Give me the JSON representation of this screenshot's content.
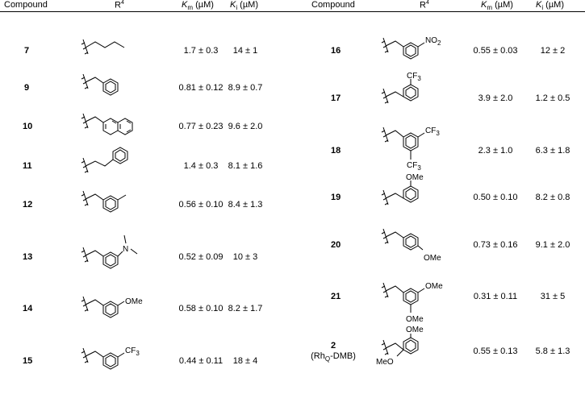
{
  "headers": {
    "compound": "Compound",
    "r4_main": "R",
    "r4_sup": "4",
    "km_k": "K",
    "km_sub": "m",
    "km_unit": " (µM)",
    "ki_k": "K",
    "ki_sub": "i",
    "ki_unit": " (µM)"
  },
  "left_rows": [
    {
      "compound": "7",
      "km": "1.7 ± 0.3",
      "ki": "14 ± 1",
      "substituent": "n-butyl"
    },
    {
      "compound": "9",
      "km": "0.81 ± 0.12",
      "ki": "8.9 ± 0.7",
      "substituent": "benzyl"
    },
    {
      "compound": "10",
      "km": "0.77 ± 0.23",
      "ki": "9.6 ± 2.0",
      "substituent": "2-naphthylmethyl"
    },
    {
      "compound": "11",
      "km": "1.4 ± 0.3",
      "ki": "8.1 ± 1.6",
      "substituent": "phenethyl"
    },
    {
      "compound": "12",
      "km": "0.56 ± 0.10",
      "ki": "8.4 ± 1.3",
      "substituent": "3-methylbenzyl"
    },
    {
      "compound": "13",
      "km": "0.52 ± 0.09",
      "ki": "10 ± 3",
      "substituent": "3-dimethylaminobenzyl"
    },
    {
      "compound": "14",
      "km": "0.58 ± 0.10",
      "ki": "8.2 ± 1.7",
      "substituent": "3-methoxybenzyl"
    },
    {
      "compound": "15",
      "km": "0.44 ± 0.11",
      "ki": "18 ± 4",
      "substituent": "3-trifluoromethylbenzyl"
    }
  ],
  "right_rows": [
    {
      "compound": "16",
      "km": "0.55 ± 0.03",
      "ki": "12 ± 2",
      "substituent": "3-nitrobenzyl"
    },
    {
      "compound": "17",
      "km": "3.9 ± 2.0",
      "ki": "1.2 ± 0.5",
      "substituent": "2-trifluoromethylbenzyl"
    },
    {
      "compound": "18",
      "km": "2.3 ± 1.0",
      "ki": "6.3 ± 1.8",
      "substituent": "3,5-bis(trifluoromethyl)benzyl"
    },
    {
      "compound": "19",
      "km": "0.50 ± 0.10",
      "ki": "8.2 ± 0.8",
      "substituent": "2-methoxybenzyl"
    },
    {
      "compound": "20",
      "km": "0.73 ± 0.16",
      "ki": "9.1 ± 2.0",
      "substituent": "4-methoxybenzyl"
    },
    {
      "compound": "21",
      "km": "0.31 ± 0.11",
      "ki": "31 ± 5",
      "substituent": "3,5-dimethoxybenzyl"
    },
    {
      "compound": "2",
      "compound_note": "(RhQ-DMB)",
      "km": "0.55 ± 0.13",
      "ki": "5.8 ± 1.3",
      "substituent": "2,6-dimethoxybenzyl"
    }
  ],
  "labels": {
    "no2": "NO",
    "no2_sub": "2",
    "cf3": "CF",
    "cf3_sub": "3",
    "ome": "OMe",
    "meo": "MeO",
    "n": "N",
    "rhq_note_a": "(Rh",
    "rhq_note_sub": "Q",
    "rhq_note_b": "-DMB)"
  }
}
